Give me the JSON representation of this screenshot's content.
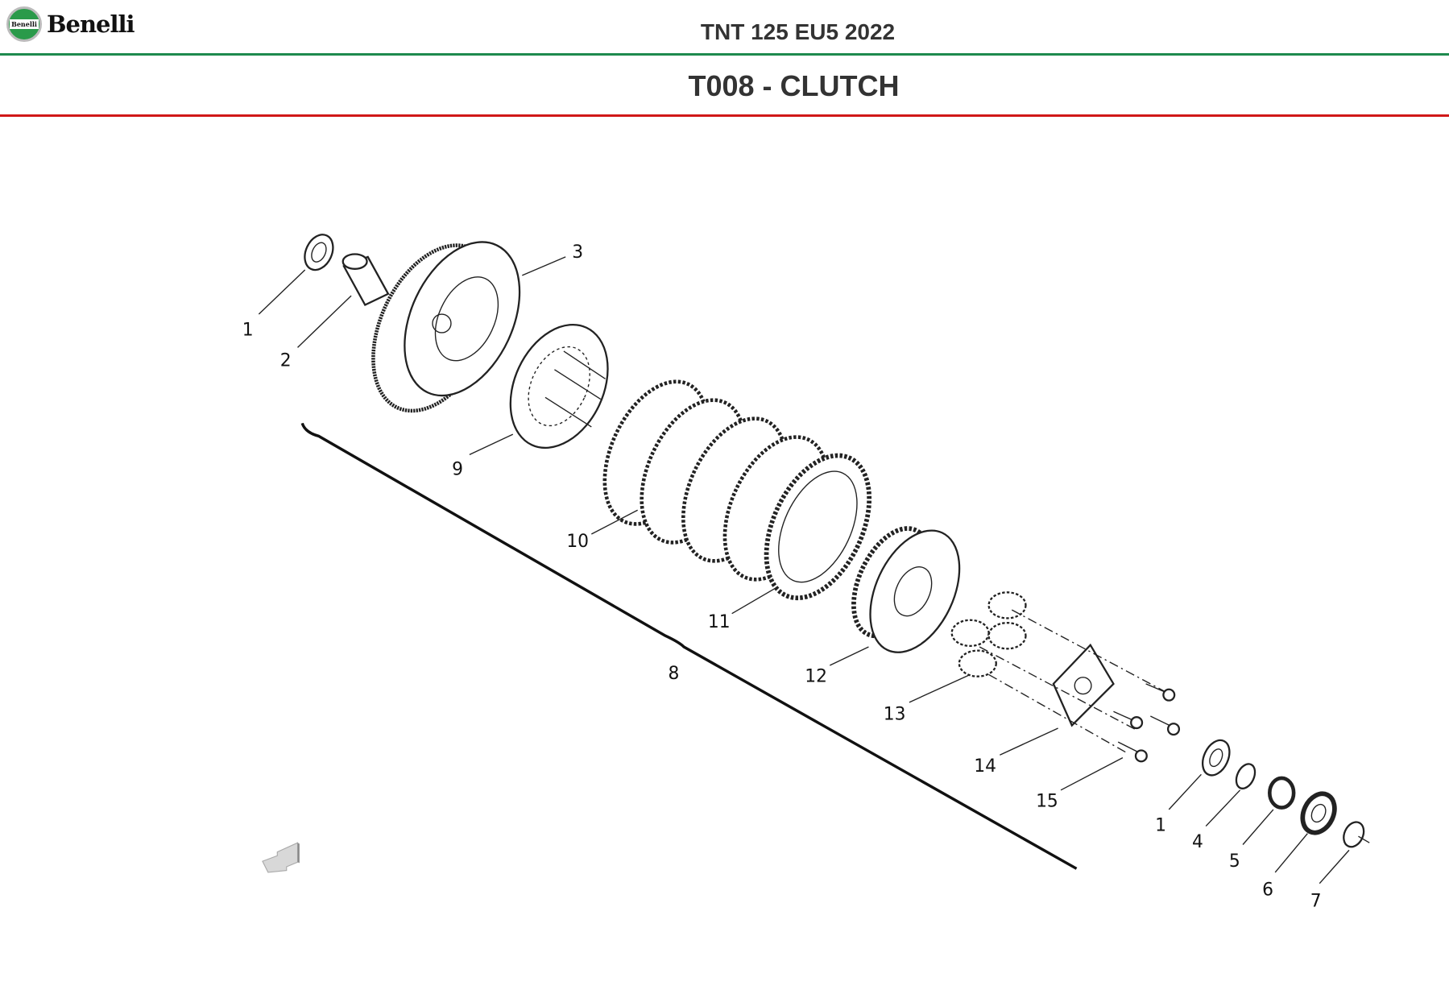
{
  "header": {
    "brand": "Benelli",
    "brand_badge": "Benelli",
    "model": "TNT 125 EU5 2022",
    "title": "T008 - CLUTCH",
    "accent_green": "#1e8a4e",
    "accent_red": "#d01818"
  },
  "diagram": {
    "callouts": [
      "1",
      "2",
      "3",
      "9",
      "10",
      "11",
      "8",
      "12",
      "13",
      "14",
      "15",
      "1",
      "4",
      "5",
      "6",
      "7"
    ],
    "nav_icon": "back-arrow-icon"
  }
}
